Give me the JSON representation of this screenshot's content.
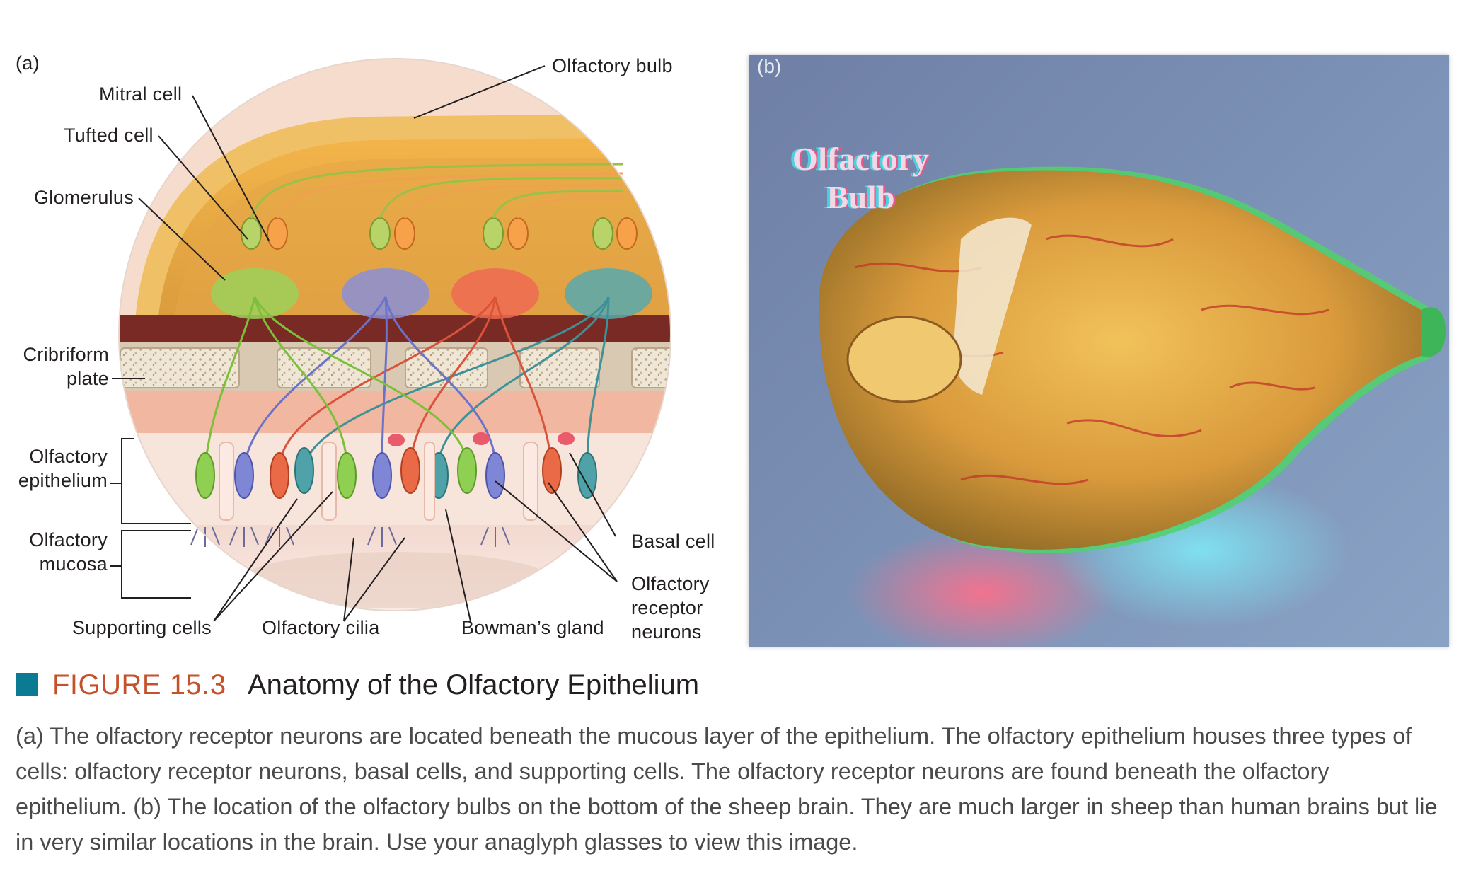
{
  "panel_a": {
    "letter": "(a)",
    "labels": {
      "olfactory_bulb": "Olfactory bulb",
      "mitral_cell": "Mitral cell",
      "tufted_cell": "Tufted cell",
      "glomerulus": "Glomerulus",
      "cribriform_line1": "Cribriform",
      "cribriform_line2": "plate",
      "epithelium_line1": "Olfactory",
      "epithelium_line2": "epithelium",
      "mucosa_line1": "Olfactory",
      "mucosa_line2": "mucosa",
      "supporting_cells": "Supporting cells",
      "olfactory_cilia": "Olfactory cilia",
      "bowmans_gland": "Bowman’s gland",
      "basal_cell": "Basal cell",
      "receptor_line1": "Olfactory",
      "receptor_line2": "receptor",
      "receptor_line3": "neurons"
    }
  },
  "panel_b": {
    "letter": "(b)",
    "label_line1": "Olfactory",
    "label_line2": "Bulb"
  },
  "figure": {
    "number": "FIGURE 15.3",
    "title": "Anatomy of the Olfactory Epithelium",
    "caption": "(a) The olfactory receptor neurons are located beneath the mucous layer of the epithelium. The olfactory epithelium houses three types of cells: olfactory receptor neurons, basal cells, and supporting cells. The olfactory receptor neurons are found beneath the olfactory epithelium. (b) The location of the olfactory bulbs on the bottom of the sheep brain. They are much larger in sheep than human brains but lie in very similar locations in the brain. Use your anaglyph glasses to view this image."
  },
  "colors": {
    "accent_square": "#0b7a93",
    "figure_number": "#c5512b",
    "glomeruli": [
      "#8fc74a",
      "#8b8fd6",
      "#e8604a",
      "#4fa3a8"
    ]
  }
}
